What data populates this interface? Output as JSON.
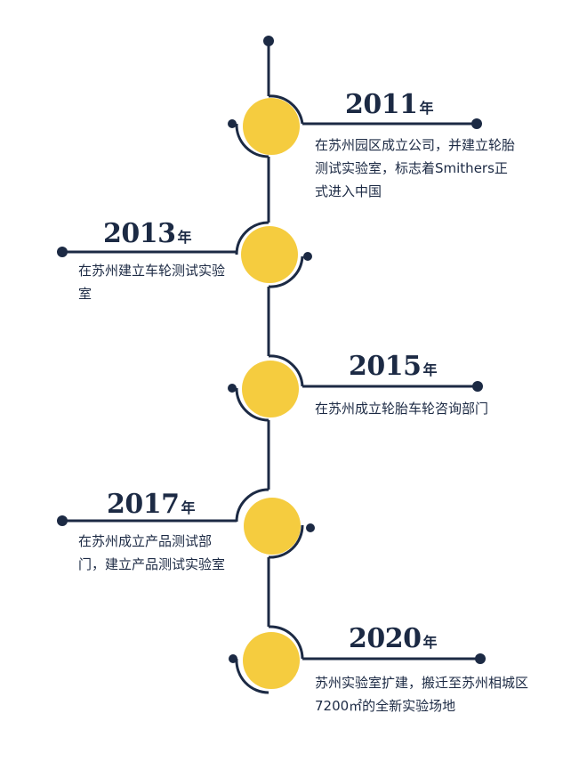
{
  "colors": {
    "navy": "#1c2a44",
    "yellow": "#f5cc3f"
  },
  "milestones": [
    {
      "year": "2011",
      "unit": "年",
      "text": "在苏州园区成立公司，并建立轮胎测试实验室，标志着Smithers正式进入中国",
      "side": "right"
    },
    {
      "year": "2013",
      "unit": "年",
      "text": "在苏州建立车轮测试实验室",
      "side": "left"
    },
    {
      "year": "2015",
      "unit": "年",
      "text": "在苏州成立轮胎车轮咨询部门",
      "side": "right"
    },
    {
      "year": "2017",
      "unit": "年",
      "text": "在苏州成立产品测试部门，建立产品测试实验室",
      "side": "left"
    },
    {
      "year": "2020",
      "unit": "年",
      "text": "苏州实验室扩建，搬迁至苏州相城区7200㎡的全新实验场地",
      "side": "right"
    }
  ]
}
